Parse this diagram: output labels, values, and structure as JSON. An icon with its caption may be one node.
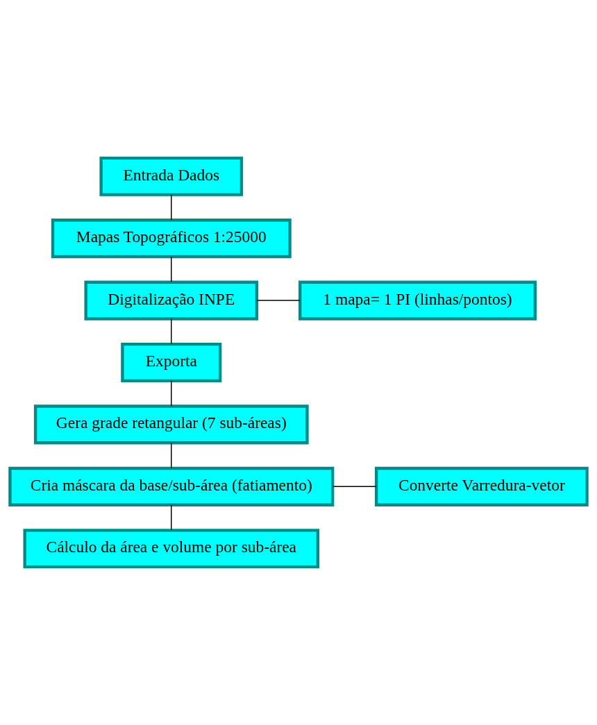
{
  "diagram": {
    "nodes": [
      {
        "text": [
          "Entrada Dados"
        ]
      },
      {
        "text": [
          "Mapas Topográficos 1:25000"
        ]
      },
      {
        "text": [
          "Digitalização INPE"
        ]
      },
      {
        "text": [
          "1 mapa= 1 PI (linhas/pontos)"
        ]
      },
      {
        "text": [
          "Exporta"
        ]
      },
      {
        "text": [
          "Gera grade retangular (7 sub-áreas)"
        ]
      },
      {
        "text": [
          "Cria máscara da base/sub-área (fatiamento)"
        ]
      },
      {
        "text": [
          "Converte Varredura-vetor"
        ]
      },
      {
        "text": [
          "Cálculo da área e volume por sub-área"
        ]
      }
    ],
    "edges": [
      {
        "from": 0,
        "to": 1,
        "arrow": "none"
      },
      {
        "from": 1,
        "to": 2,
        "arrow": "none"
      },
      {
        "from": 2,
        "to": 3,
        "arrow": "none"
      },
      {
        "from": 2,
        "to": 4,
        "arrow": "none"
      },
      {
        "from": 4,
        "to": 5,
        "arrow": "none"
      },
      {
        "from": 5,
        "to": 6,
        "arrow": "none"
      },
      {
        "from": 6,
        "to": 7,
        "arrow": "none"
      },
      {
        "from": 6,
        "to": 8,
        "arrow": "none"
      }
    ]
  }
}
